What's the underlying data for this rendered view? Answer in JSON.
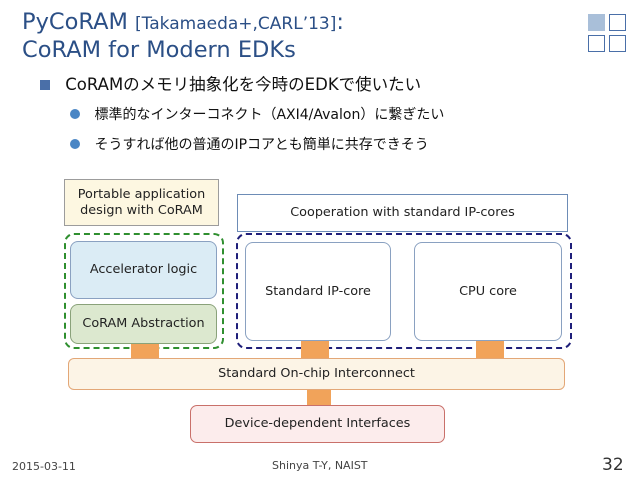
{
  "title": {
    "line1_main": "PyCoRAM ",
    "line1_cite": "[Takamaeda+,CARL’13]",
    "line1_colon": ":",
    "line2": "CoRAM for Modern EDKs"
  },
  "bullets": {
    "main": "CoRAMのメモリ抽象化を今時のEDKで使いたい",
    "sub1": "標準的なインターコネクト（AXI4/Avalon）に繋ぎたい",
    "sub2": "そうすれば他の普通のIPコアとも簡単に共存できそう"
  },
  "diagram": {
    "portable_label": "Portable application design with CoRAM",
    "cooperation_label": "Cooperation with standard IP-cores",
    "accelerator": "Accelerator logic",
    "coram": "CoRAM Abstraction",
    "standard_ip": "Standard IP-core",
    "cpu": "CPU core",
    "interconnect": "Standard On-chip Interconnect",
    "device": "Device-dependent Interfaces"
  },
  "footer": {
    "date": "2015-03-11",
    "author": "Shinya T-Y, NAIST",
    "page": "32"
  },
  "colors": {
    "title": "#2b4f86",
    "accent": "#4a6fa8",
    "connector": "#f1a35a",
    "green_dash": "#2f8f2f",
    "navy_dash": "#1f1f7a"
  }
}
